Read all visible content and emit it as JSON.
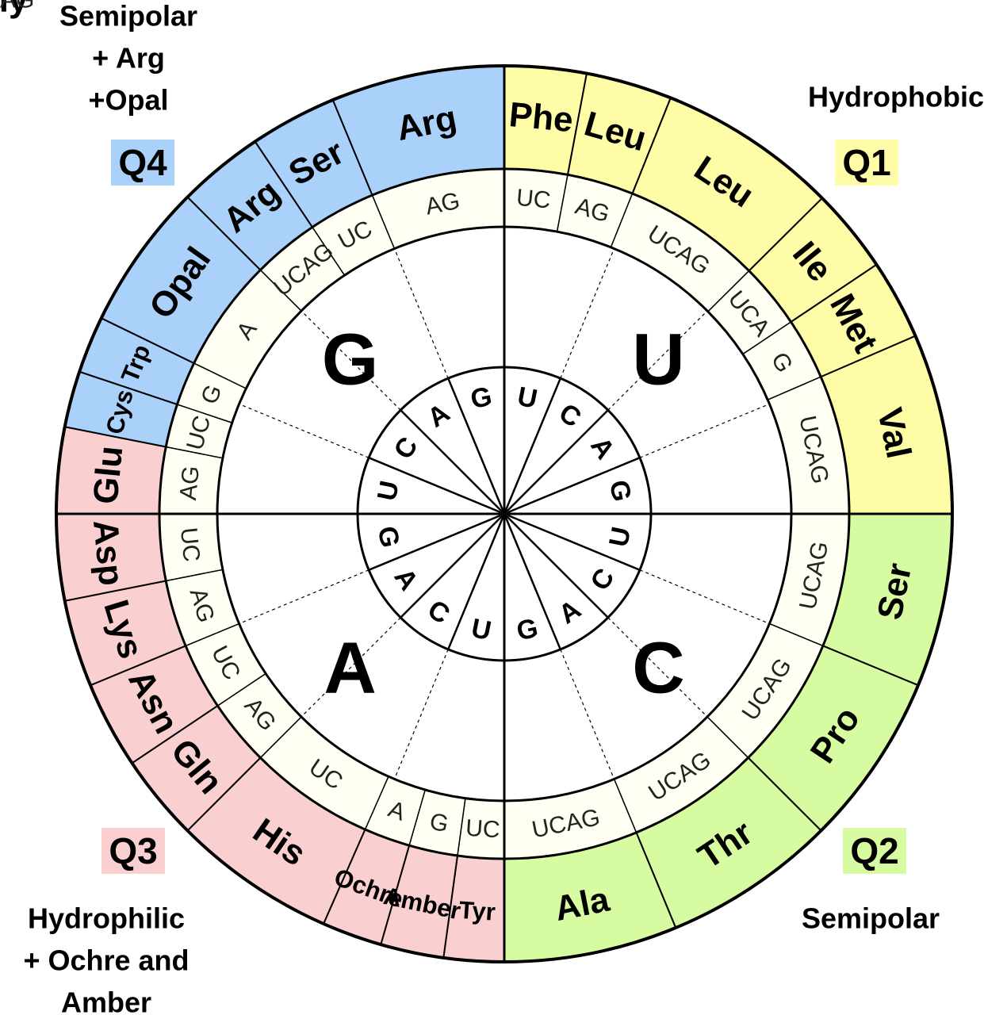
{
  "colors": {
    "Q1": "#fffca8",
    "Q2": "#d6fba0",
    "Q3": "#f9cfcf",
    "Q4": "#a9d1f9",
    "codon_ring": "#fffff4",
    "stroke": "#000000"
  },
  "quadrants": [
    {
      "id": "Q1",
      "label": "Q1",
      "description": [
        "Hydrophobic"
      ]
    },
    {
      "id": "Q2",
      "label": "Q2",
      "description": [
        "Semipolar"
      ]
    },
    {
      "id": "Q3",
      "label": "Q3",
      "description": [
        "Hydrophilic",
        "+ Ochre and",
        "Amber"
      ]
    },
    {
      "id": "Q4",
      "label": "Q4",
      "description": [
        "Semipolar",
        "+ Arg",
        "+Opal"
      ]
    }
  ],
  "first_base": [
    {
      "letter": "U",
      "quadrant": "Q1"
    },
    {
      "letter": "C",
      "quadrant": "Q2"
    },
    {
      "letter": "A",
      "quadrant": "Q3"
    },
    {
      "letter": "G",
      "quadrant": "Q4"
    }
  ],
  "second_base": [
    "U",
    "C",
    "A",
    "G",
    "U",
    "C",
    "A",
    "G",
    "U",
    "C",
    "A",
    "G",
    "U",
    "C",
    "A",
    "G"
  ],
  "codon_ring": [
    {
      "label": "UC",
      "amino_acid": "Phe",
      "quadrant": "Q1"
    },
    {
      "label": "AG",
      "amino_acid": "Leu",
      "quadrant": "Q1"
    },
    {
      "label": "UCAG",
      "amino_acid": "Leu",
      "quadrant": "Q1"
    },
    {
      "label": "UCA",
      "amino_acid": "Ile",
      "quadrant": "Q1"
    },
    {
      "label": "G",
      "amino_acid": "Met",
      "quadrant": "Q1"
    },
    {
      "label": "UCAG",
      "amino_acid": "Val",
      "quadrant": "Q1"
    },
    {
      "label": "UCAG",
      "amino_acid": "Ser",
      "quadrant": "Q2"
    },
    {
      "label": "UCAG",
      "amino_acid": "Pro",
      "quadrant": "Q2"
    },
    {
      "label": "UCAG",
      "amino_acid": "Thr",
      "quadrant": "Q2"
    },
    {
      "label": "UCAG",
      "amino_acid": "Ala",
      "quadrant": "Q2"
    },
    {
      "label": "UC",
      "amino_acid": "Tyr",
      "quadrant": "Q3"
    },
    {
      "label": "G",
      "amino_acid": "Amber",
      "quadrant": "Q3"
    },
    {
      "label": "A",
      "amino_acid": "Ochre",
      "quadrant": "Q3"
    },
    {
      "label": "UC",
      "amino_acid": "His",
      "quadrant": "Q3"
    },
    {
      "label": "AG",
      "amino_acid": "Gln",
      "quadrant": "Q3"
    },
    {
      "label": "UC",
      "amino_acid": "Asn",
      "quadrant": "Q3"
    },
    {
      "label": "AG",
      "amino_acid": "Lys",
      "quadrant": "Q3"
    },
    {
      "label": "UC",
      "amino_acid": "Asp",
      "quadrant": "Q3"
    },
    {
      "label": "AG",
      "amino_acid": "Glu",
      "quadrant": "Q3"
    },
    {
      "label": "UC",
      "amino_acid": "Cys",
      "quadrant": "Q4"
    },
    {
      "label": "G",
      "amino_acid": "Trp",
      "quadrant": "Q4"
    },
    {
      "label": "A",
      "amino_acid": "Opal",
      "quadrant": "Q4"
    },
    {
      "label": "UCAG",
      "amino_acid": "Arg",
      "quadrant": "Q4"
    },
    {
      "label": "UC",
      "amino_acid": "Ser",
      "quadrant": "Q4"
    },
    {
      "label": "AG",
      "amino_acid": "Arg",
      "quadrant": "Q4"
    },
    {
      "label": "UCAG",
      "amino_acid": "Gly",
      "quadrant": "Q4"
    }
  ]
}
